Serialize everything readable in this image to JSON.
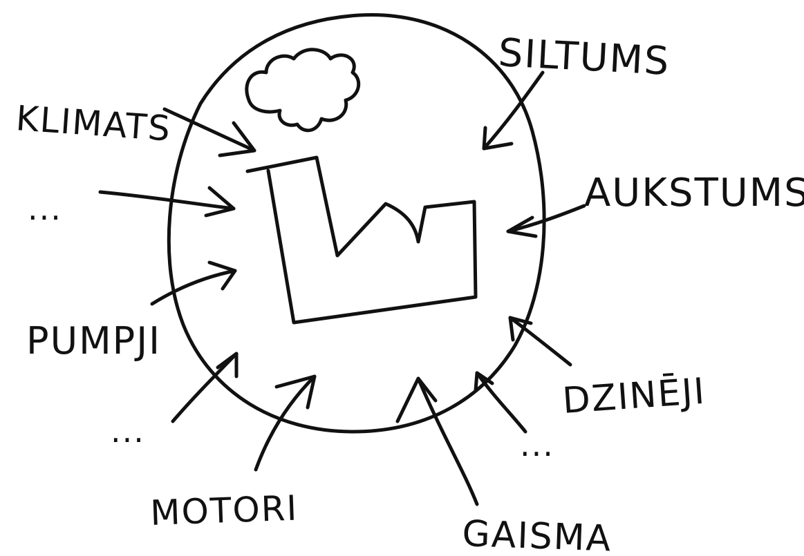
{
  "labels": {
    "klimats": "KLIMATS",
    "siltums": "SILTUMS",
    "aukstums": "AUKSTUMS",
    "pumpji": "PUMPJI",
    "motori": "MOTORI",
    "gaisma": "GAISMA",
    "dzinēji": "DZINĒJI",
    "ellipsis_left": "...",
    "ellipsis_bottom_left": "...",
    "ellipsis_bottom_right": "..."
  },
  "icons": {
    "cloud": "cloud-icon",
    "factory": "factory-icon"
  },
  "colors": {
    "ink": "#111111",
    "background": "#ffffff"
  }
}
